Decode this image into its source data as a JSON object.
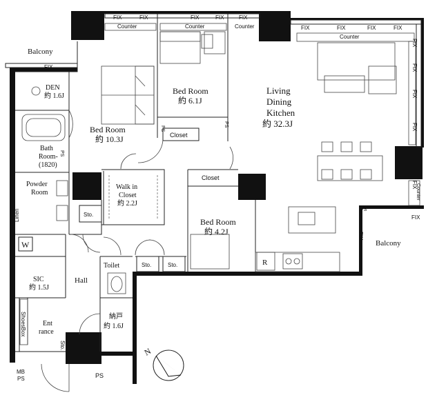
{
  "rooms": {
    "balcony_left": "Balcony",
    "den": "DEN",
    "den_area": "約 1.6J",
    "bath": "Bath",
    "bath_room": "Room-",
    "bath_size": "(1820)",
    "powder": "Powder",
    "powder_room": "Room",
    "linen": "Linen",
    "washer": "W",
    "sic": "SIC",
    "sic_area": "約 1.5J",
    "shoes_box": "ShoesBox",
    "entrance_1": "Ent",
    "entrance_2": "rance",
    "storage_small": "Sto.",
    "mb_1": "MB",
    "mb_2": "PS",
    "ps": "PS",
    "hall": "Hall",
    "toilet": "Toilet",
    "nando": "納戸",
    "nando_area": "約 1.6J",
    "bed_main": "Bed Room",
    "bed_main_area": "約 10.3J",
    "walkin_1": "Walk in",
    "walkin_2": "Closet",
    "walkin_area": "約 2.2J",
    "sto1": "Sto.",
    "sto2": "Sto.",
    "sto3": "Sto.",
    "bed2": "Bed Room",
    "bed2_area": "約 6.1J",
    "closet_bed2": "Closet",
    "bed3": "Bed Room",
    "bed3_area": "約 4.2J",
    "closet_bed3": "Closet",
    "ldk_1": "Living",
    "ldk_2": "Dining",
    "ldk_3": "Kitchen",
    "ldk_area": "約 32.3J",
    "balcony_right": "Balcony",
    "fridge": "R"
  },
  "windows": {
    "fix": "FIX",
    "counter": "Counter",
    "ps_small": "PS"
  },
  "compass": {
    "north": "N"
  }
}
